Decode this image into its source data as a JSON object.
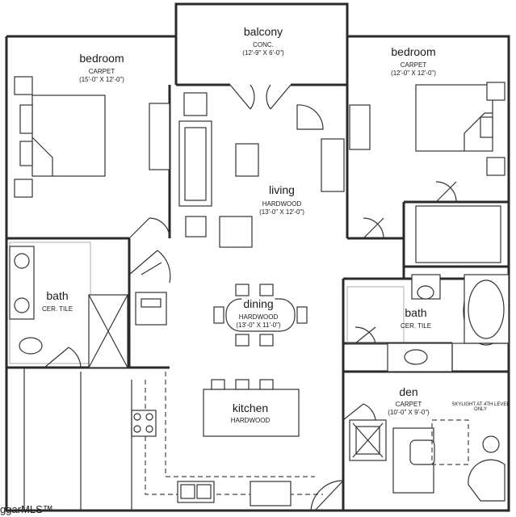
{
  "rooms": {
    "balcony": {
      "name": "balcony",
      "floor": "CONC.",
      "size": "(12'-9\" X 6'-0\")"
    },
    "bedroom_left": {
      "name": "bedroom",
      "floor": "CARPET",
      "size": "(15'-0\" X 12'-0\")"
    },
    "bedroom_right": {
      "name": "bedroom",
      "floor": "CARPET",
      "size": "(12'-0\" X 12'-0\")"
    },
    "living": {
      "name": "living",
      "floor": "HARDWOOD",
      "size": "(13'-0\" X 12'-0\")"
    },
    "dining": {
      "name": "dining",
      "floor": "HARDWOOD",
      "size": "(13'-0\" X 11'-0\")"
    },
    "kitchen": {
      "name": "kitchen",
      "floor": "HARDWOOD"
    },
    "bath_left": {
      "name": "bath",
      "floor": "CER. TILE"
    },
    "bath_right": {
      "name": "bath",
      "floor": "CER. TILE"
    },
    "den": {
      "name": "den",
      "floor": "CARPET",
      "size": "(10'-0\" X 9'-0\")"
    }
  },
  "note": {
    "skylight": "SKYLIGHT AT 4TH LEVEL ONLY"
  },
  "watermark": "ggarMLS™"
}
